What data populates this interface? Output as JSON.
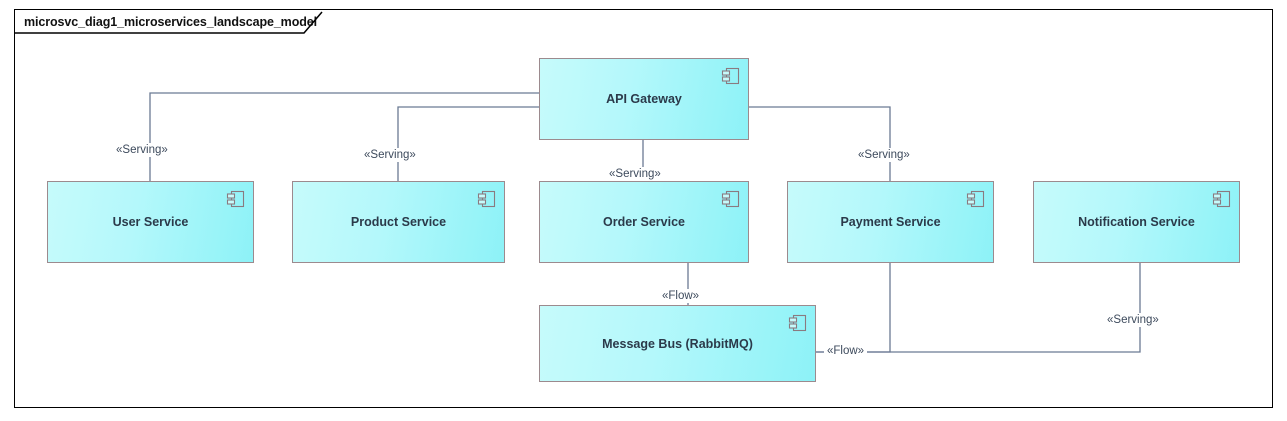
{
  "frame": {
    "title": "microsvc_diag1_microservices_landscape_model"
  },
  "diagram": {
    "type": "uml-component-diagram",
    "components": [
      {
        "id": "api_gateway",
        "label": "API Gateway",
        "icon": "uml-component-icon"
      },
      {
        "id": "user_service",
        "label": "User Service",
        "icon": "uml-component-icon"
      },
      {
        "id": "product_service",
        "label": "Product Service",
        "icon": "uml-component-icon"
      },
      {
        "id": "order_service",
        "label": "Order Service",
        "icon": "uml-component-icon"
      },
      {
        "id": "payment_service",
        "label": "Payment Service",
        "icon": "uml-component-icon"
      },
      {
        "id": "notification_service",
        "label": "Notification Service",
        "icon": "uml-component-icon"
      },
      {
        "id": "message_bus",
        "label": "Message Bus (RabbitMQ)",
        "icon": "uml-component-icon"
      }
    ],
    "connectors": [
      {
        "id": "c1",
        "from": "api_gateway",
        "to": "user_service",
        "stereotype": "«Serving»"
      },
      {
        "id": "c2",
        "from": "api_gateway",
        "to": "product_service",
        "stereotype": "«Serving»"
      },
      {
        "id": "c3",
        "from": "api_gateway",
        "to": "order_service",
        "stereotype": "«Serving»"
      },
      {
        "id": "c4",
        "from": "api_gateway",
        "to": "payment_service",
        "stereotype": "«Serving»"
      },
      {
        "id": "c5",
        "from": "order_service",
        "to": "message_bus",
        "stereotype": "«Flow»"
      },
      {
        "id": "c6",
        "from": "payment_service",
        "to": "message_bus",
        "stereotype": "«Flow»"
      },
      {
        "id": "c7",
        "from": "message_bus",
        "to": "notification_service",
        "stereotype": "«Serving»"
      }
    ],
    "colors": {
      "component_fill_light": "#c6fbfb",
      "component_fill_dark": "#8df2f7",
      "component_border": "#9c8a8e",
      "connector_line": "#6b7a93",
      "label_text": "#2b3a4a",
      "frame_border": "#000000"
    }
  }
}
